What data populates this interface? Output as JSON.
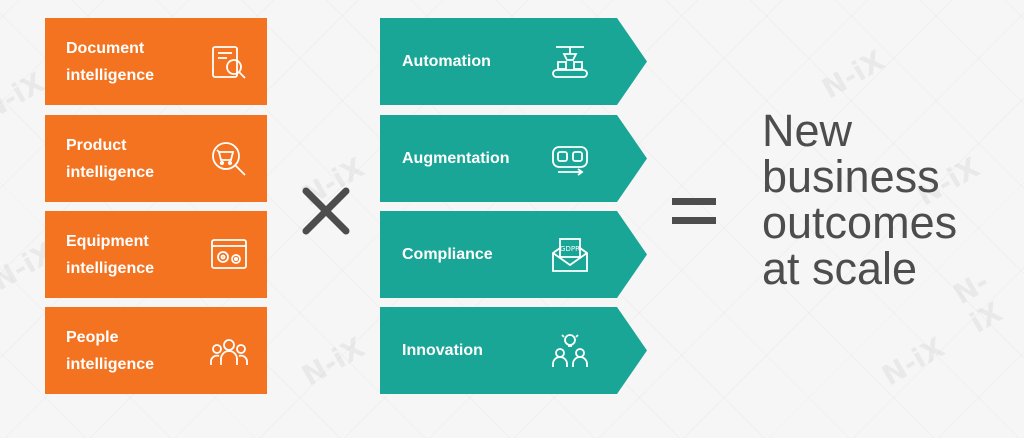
{
  "watermark": "N-iX",
  "colors": {
    "orange": "#f47321",
    "teal": "#1aa696",
    "text": "#4d4d4d"
  },
  "inputs": [
    {
      "label": "Document\nintelligence",
      "icon": "document-search-icon"
    },
    {
      "label": "Product\nintelligence",
      "icon": "product-search-icon"
    },
    {
      "label": "Equipment\nintelligence",
      "icon": "equipment-gears-icon"
    },
    {
      "label": "People\nintelligence",
      "icon": "people-group-icon"
    }
  ],
  "operators": {
    "multiply": "times-icon",
    "equals": "equals-icon"
  },
  "outcomes": [
    {
      "label": "Automation",
      "icon": "conveyor-robot-icon"
    },
    {
      "label": "Augmentation",
      "icon": "vr-headset-icon"
    },
    {
      "label": "Compliance",
      "icon": "gdpr-envelope-icon"
    },
    {
      "label": "Innovation",
      "icon": "lightbulb-people-icon"
    }
  ],
  "result": "New\nbusiness\noutcomes\nat scale"
}
